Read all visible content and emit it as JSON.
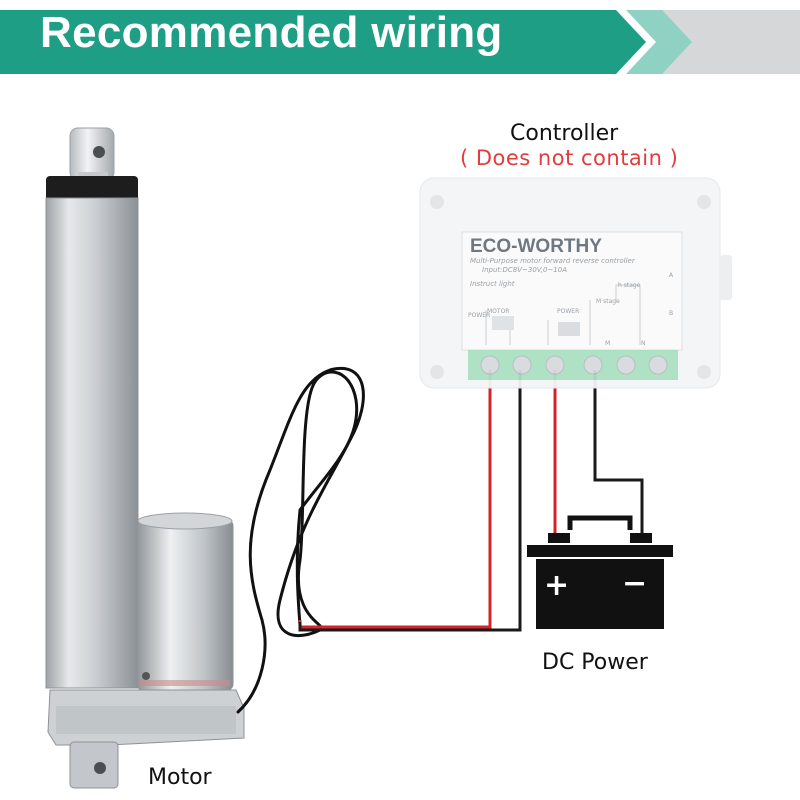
{
  "banner": {
    "title": "Recommended wiring",
    "color": "#1f9e86"
  },
  "controller": {
    "title": "Controller",
    "note": "( Does not contain )",
    "brand": "ECO-WORTHY",
    "subtitle": "Multi-Purpose motor forward reverse controller",
    "input_spec": "Input:DC8V~30V,0~10A",
    "instruct": "Instruct light",
    "labels": {
      "motor": "MOTOR",
      "power": "POWER",
      "h_stage": "h stage",
      "m_stage": "M stage",
      "m": "M",
      "n": "N",
      "a": "A",
      "b": "B",
      "power_side": "POWER"
    }
  },
  "battery": {
    "label": "DC Power",
    "plus": "+",
    "minus": "−"
  },
  "motor": {
    "label": "Motor"
  },
  "colors": {
    "wire_red": "#d2242a",
    "wire_black": "#1a1a1a",
    "note_red": "#e23c3c",
    "terminal_green": "#3aa76a"
  }
}
